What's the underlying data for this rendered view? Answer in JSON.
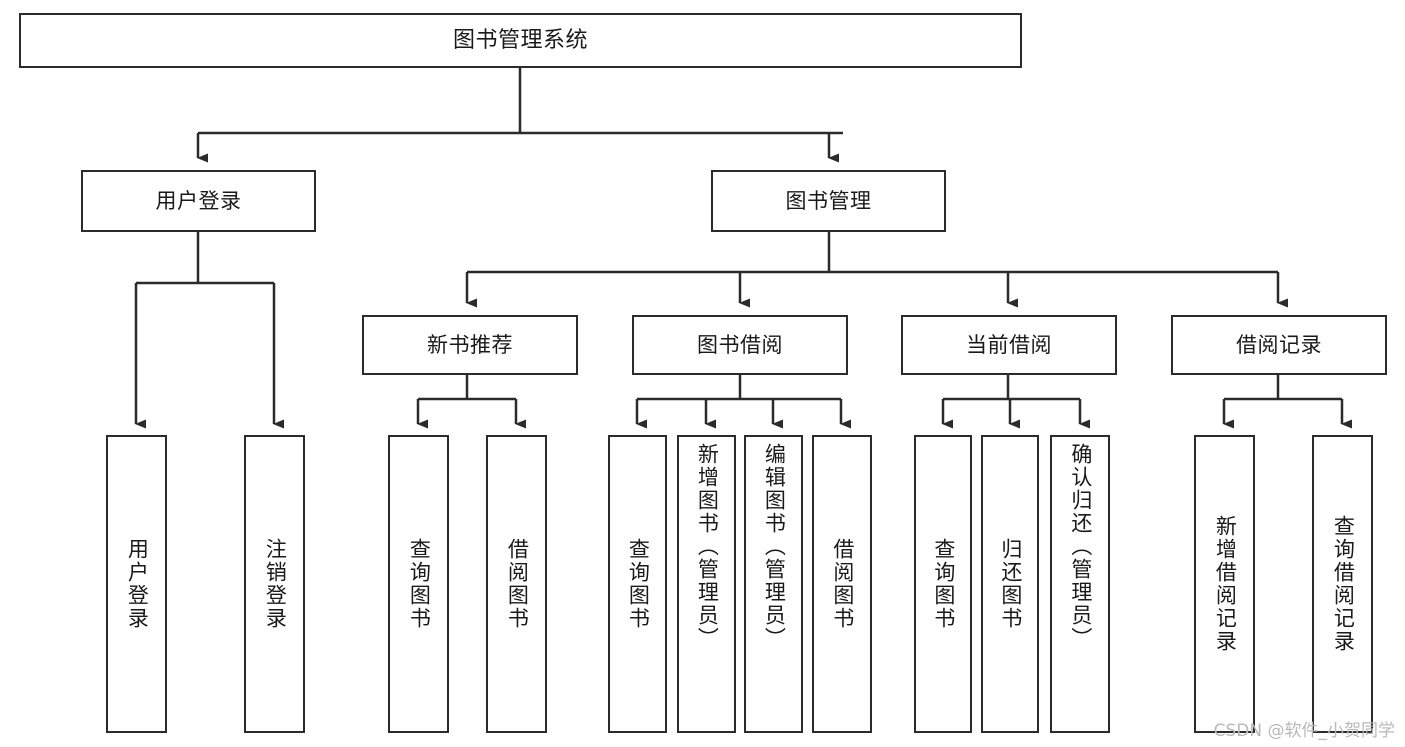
{
  "diagram": {
    "type": "tree",
    "title": "图书管理系统",
    "orientation": "top-down",
    "colors": {
      "box_border": "#2b2b2b",
      "box_fill": "#ffffff",
      "connector": "#2b2b2b",
      "text": "#1a1a1a",
      "watermark": "#b9b9b9",
      "background": "#ffffff"
    },
    "root": {
      "label": "图书管理系统"
    },
    "level2": [
      {
        "label": "用户登录"
      },
      {
        "label": "图书管理"
      }
    ],
    "level3": [
      {
        "label": "新书推荐"
      },
      {
        "label": "图书借阅"
      },
      {
        "label": "当前借阅"
      },
      {
        "label": "借阅记录"
      }
    ],
    "leaves": {
      "user_login": [
        {
          "label": "用户登录"
        },
        {
          "label": "注销登录"
        }
      ],
      "new_book_recommend": [
        {
          "label": "查询图书"
        },
        {
          "label": "借阅图书"
        }
      ],
      "book_borrow": [
        {
          "label": "查询图书"
        },
        {
          "label": "新增图书（管理员）"
        },
        {
          "label": "编辑图书（管理员）"
        },
        {
          "label": "借阅图书"
        }
      ],
      "current_borrow": [
        {
          "label": "查询图书"
        },
        {
          "label": "归还图书"
        },
        {
          "label": "确认归还（管理员）"
        }
      ],
      "borrow_record": [
        {
          "label": "新增借阅记录"
        },
        {
          "label": "查询借阅记录"
        }
      ]
    }
  },
  "watermark": {
    "text": "CSDN @软件_小贺同学"
  }
}
